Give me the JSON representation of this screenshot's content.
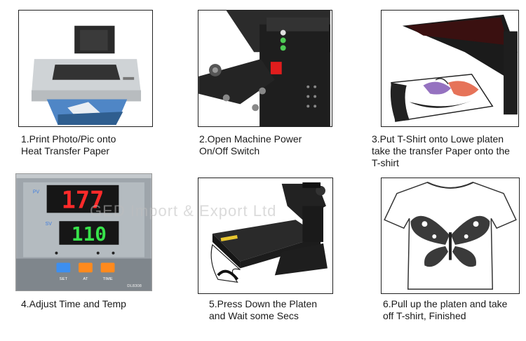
{
  "steps": [
    {
      "caption": "1.Print Photo/Pic onto\nHeat Transfer Paper"
    },
    {
      "caption": "2.Open Machine Power\nOn/Off Switch"
    },
    {
      "caption": "3.Put T-Shirt onto Lowe platen\ntake the transfer Paper onto the\nT-shirt"
    },
    {
      "caption": "4.Adjust Time and Temp"
    },
    {
      "caption": "5.Press Down the Platen\nand Wait some Secs"
    },
    {
      "caption": "6.Pull up the platen and take\noff T-shirt, Finished"
    }
  ],
  "controller": {
    "pv_label": "PV",
    "sv_label": "SV",
    "pv_value": "177",
    "sv_value": "110",
    "btn_set": "SET",
    "btn_at": "AT",
    "btn_time": "TIME",
    "model": "DL8308"
  },
  "watermark": "GED Import & Export Ltd",
  "colors": {
    "led_red": "#ff2a2a",
    "led_green": "#37e24a",
    "panel": "#9ea5ab",
    "button_orange": "#ff8a1e",
    "button_blue": "#3d8ff0"
  }
}
